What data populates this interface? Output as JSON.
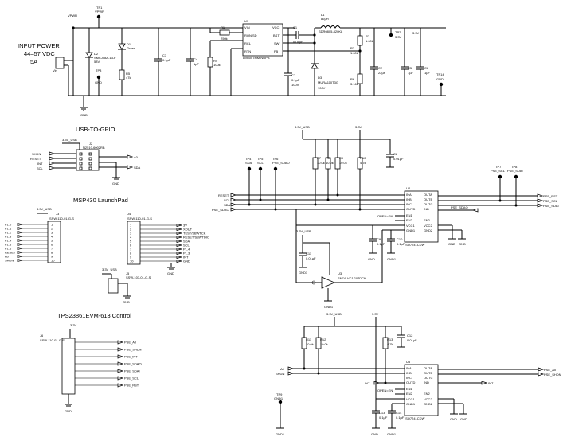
{
  "titles": {
    "input_power": "INPUT POWER",
    "input_voltage": "44–57 VDC",
    "input_current": "5A",
    "usb_gpio": "USB-TO-GPIO",
    "msp430": "MSP430 LaunchPad",
    "tps_control": "TPS23861EVM-613 Control"
  },
  "power_section": {
    "vpwr": "VPWR",
    "tp1": "TP1",
    "tp1_net": "VPWR",
    "tp3": "TP3",
    "tp3_net": "GND",
    "vin": "Vin",
    "d1": "D1",
    "d1_value": "Green",
    "d2": "D2",
    "d2_part": "SMCJ58A-13-F",
    "d2_voltage": "58V",
    "r5": "R5",
    "r5_value": "47k",
    "c3": "C3",
    "c3_value": "0.1µF",
    "c4": "C4",
    "c4_value": "1µF",
    "r1": "R1",
    "r1_value": "250k",
    "r4": "R4",
    "r4_value": "100k",
    "u1": "U1",
    "u1_part": "LM5007MM/NOPB",
    "u1_pins": [
      "VIN",
      "RON/SD",
      "RCL",
      "RTN",
      "VCC",
      "BST",
      "SW",
      "FB"
    ],
    "c1": "C1",
    "c1_value": "0.01µF",
    "c7": "C7",
    "c7_value": "0.1µF",
    "c7_voltage": "100V",
    "d3": "D3",
    "d3_part": "MURA110T3G",
    "d3_voltage": "100V",
    "l1": "L1",
    "l1_value": "82µH",
    "l1_part": "SDR0805-820KL",
    "r2": "R2",
    "r2_value": "1.00k",
    "r3": "R3",
    "r3_value": "1.00k",
    "r6": "R6",
    "r6_value": "3.16k",
    "c2": "C2",
    "c2_value": "22µF",
    "c5": "C5",
    "c5_value": "1µF",
    "c6": "C6",
    "c6_value": "1µF",
    "tp2": "TP2",
    "tp2_net": "3.3V",
    "net_3v3": "3.3V",
    "tp14": "TP14",
    "tp14_net": "GND",
    "gnd": "GND"
  },
  "usb_gpio": {
    "rail": "3.3V_USB",
    "j2": "J2",
    "j2_part": "N2510-6002RB",
    "left_nets": [
      "SHDN",
      "RESET",
      "INT",
      "SCL"
    ],
    "right_nets": [
      "A0",
      "SDA"
    ],
    "gnd": "GND"
  },
  "launchpad": {
    "j3": "J3",
    "j3_part": "SSW-110-01-G-S",
    "j3_nets": [
      "P1.0",
      "P1.1",
      "P1.2",
      "P1.3",
      "P1.4",
      "P1.5",
      "P1.6",
      "RESET",
      "A0",
      "SHDN"
    ],
    "j3_pins": [
      "1",
      "2",
      "3",
      "4",
      "5",
      "6",
      "7",
      "8",
      "9",
      "10"
    ],
    "j4": "J4",
    "j4_part": "SSW-110-01-G-S",
    "j4_nets": [
      "3V",
      "XOUT",
      "TEST/SBWTCK",
      "RESET/SBWTDIO",
      "SDA",
      "SCL",
      "P1.4",
      "P1.3",
      "INT",
      "GND"
    ],
    "j5": "J5",
    "j5_part": "SSW-103-01-G-S",
    "rail_j3": "3.3V_USB",
    "rail_j5": "3.3V_USB",
    "gnd": "GND"
  },
  "i2c_buffer": {
    "rail": "3.3V_USB",
    "net_3v3": "3.3V",
    "tp4": "TP4",
    "tp4_net": "SDA",
    "tp5": "TP5",
    "tp5_net": "SCL",
    "tp6": "TP6",
    "tp6_net": "PSE_SDAO",
    "r7": "R7",
    "r7_value": "10.0k",
    "r8": "R8",
    "r8_value": "10.0k",
    "r9": "R9",
    "r9_value": "10.0k",
    "r10": "R10",
    "r10_value": "4.7k",
    "c8": "C8",
    "c8_value": "0.01µF",
    "inputs": [
      "RESET",
      "SCL",
      "SDA",
      "PSE_SDAO"
    ],
    "u2": "U2",
    "u2_part": "ISO7241CDW",
    "u2_left_pins": [
      "INA",
      "INB",
      "INC",
      "OUTD",
      "EN1",
      "EN2",
      "VCC1",
      "GND1"
    ],
    "u2_right_pins": [
      "OUTA",
      "OUTB",
      "OUTC",
      "IND",
      "EN2",
      "VCC2",
      "GND2"
    ],
    "open_label": "OPEN=EN",
    "outputs": [
      "PSE_RST",
      "PSE_SCL",
      "PSE_SDAI"
    ],
    "pse_sdao": "PSE_SDAO",
    "tp7": "TP7",
    "tp7_net": "PSE_SCL",
    "tp8": "TP8",
    "tp8_net": "PSE_SDAI",
    "c9": "C9",
    "c9_value": "0.1µF",
    "c10": "C10",
    "c10_value": "0.1µF",
    "c11": "C11",
    "c11_value": "0.01µF",
    "u3": "U3",
    "u3_part": "SN74LVC1G07DCK",
    "gnd": "GND",
    "gnd1": "GND1"
  },
  "iso_bottom": {
    "rail": "3.3V_USB",
    "net_3v3": "3.3V",
    "r11": "R11",
    "r11_value": "10.0k",
    "r12": "R12",
    "r12_value": "10.0k",
    "r13": "R13",
    "r13_value": "4.7k",
    "c12": "C12",
    "c12_value": "0.01µF",
    "inputs": [
      "A0",
      "SHDN",
      "INT"
    ],
    "u5": "U5",
    "u5_part": "ISO7241CDW",
    "open_label": "OPEN=EN",
    "outputs": [
      "PSE_A0",
      "PSE_SHDN",
      "INT"
    ],
    "c13": "C13",
    "c13_value": "0.1µF",
    "c14": "C14",
    "c14_value": "0.1µF",
    "tp9": "TP9",
    "tp9_net": "GND1",
    "gnd": "GND",
    "gnd1": "GND1"
  },
  "tps_control": {
    "rail": "3.3V",
    "j6": "J6",
    "j6_part": "SSW-110-01-G-S",
    "nets": [
      "PSE_A0",
      "PSE_SHDN",
      "PSE_INT",
      "PSE_SDAO",
      "PSE_SDAI",
      "PSE_SCL",
      "PSE_RST"
    ],
    "gnd": "GND"
  }
}
